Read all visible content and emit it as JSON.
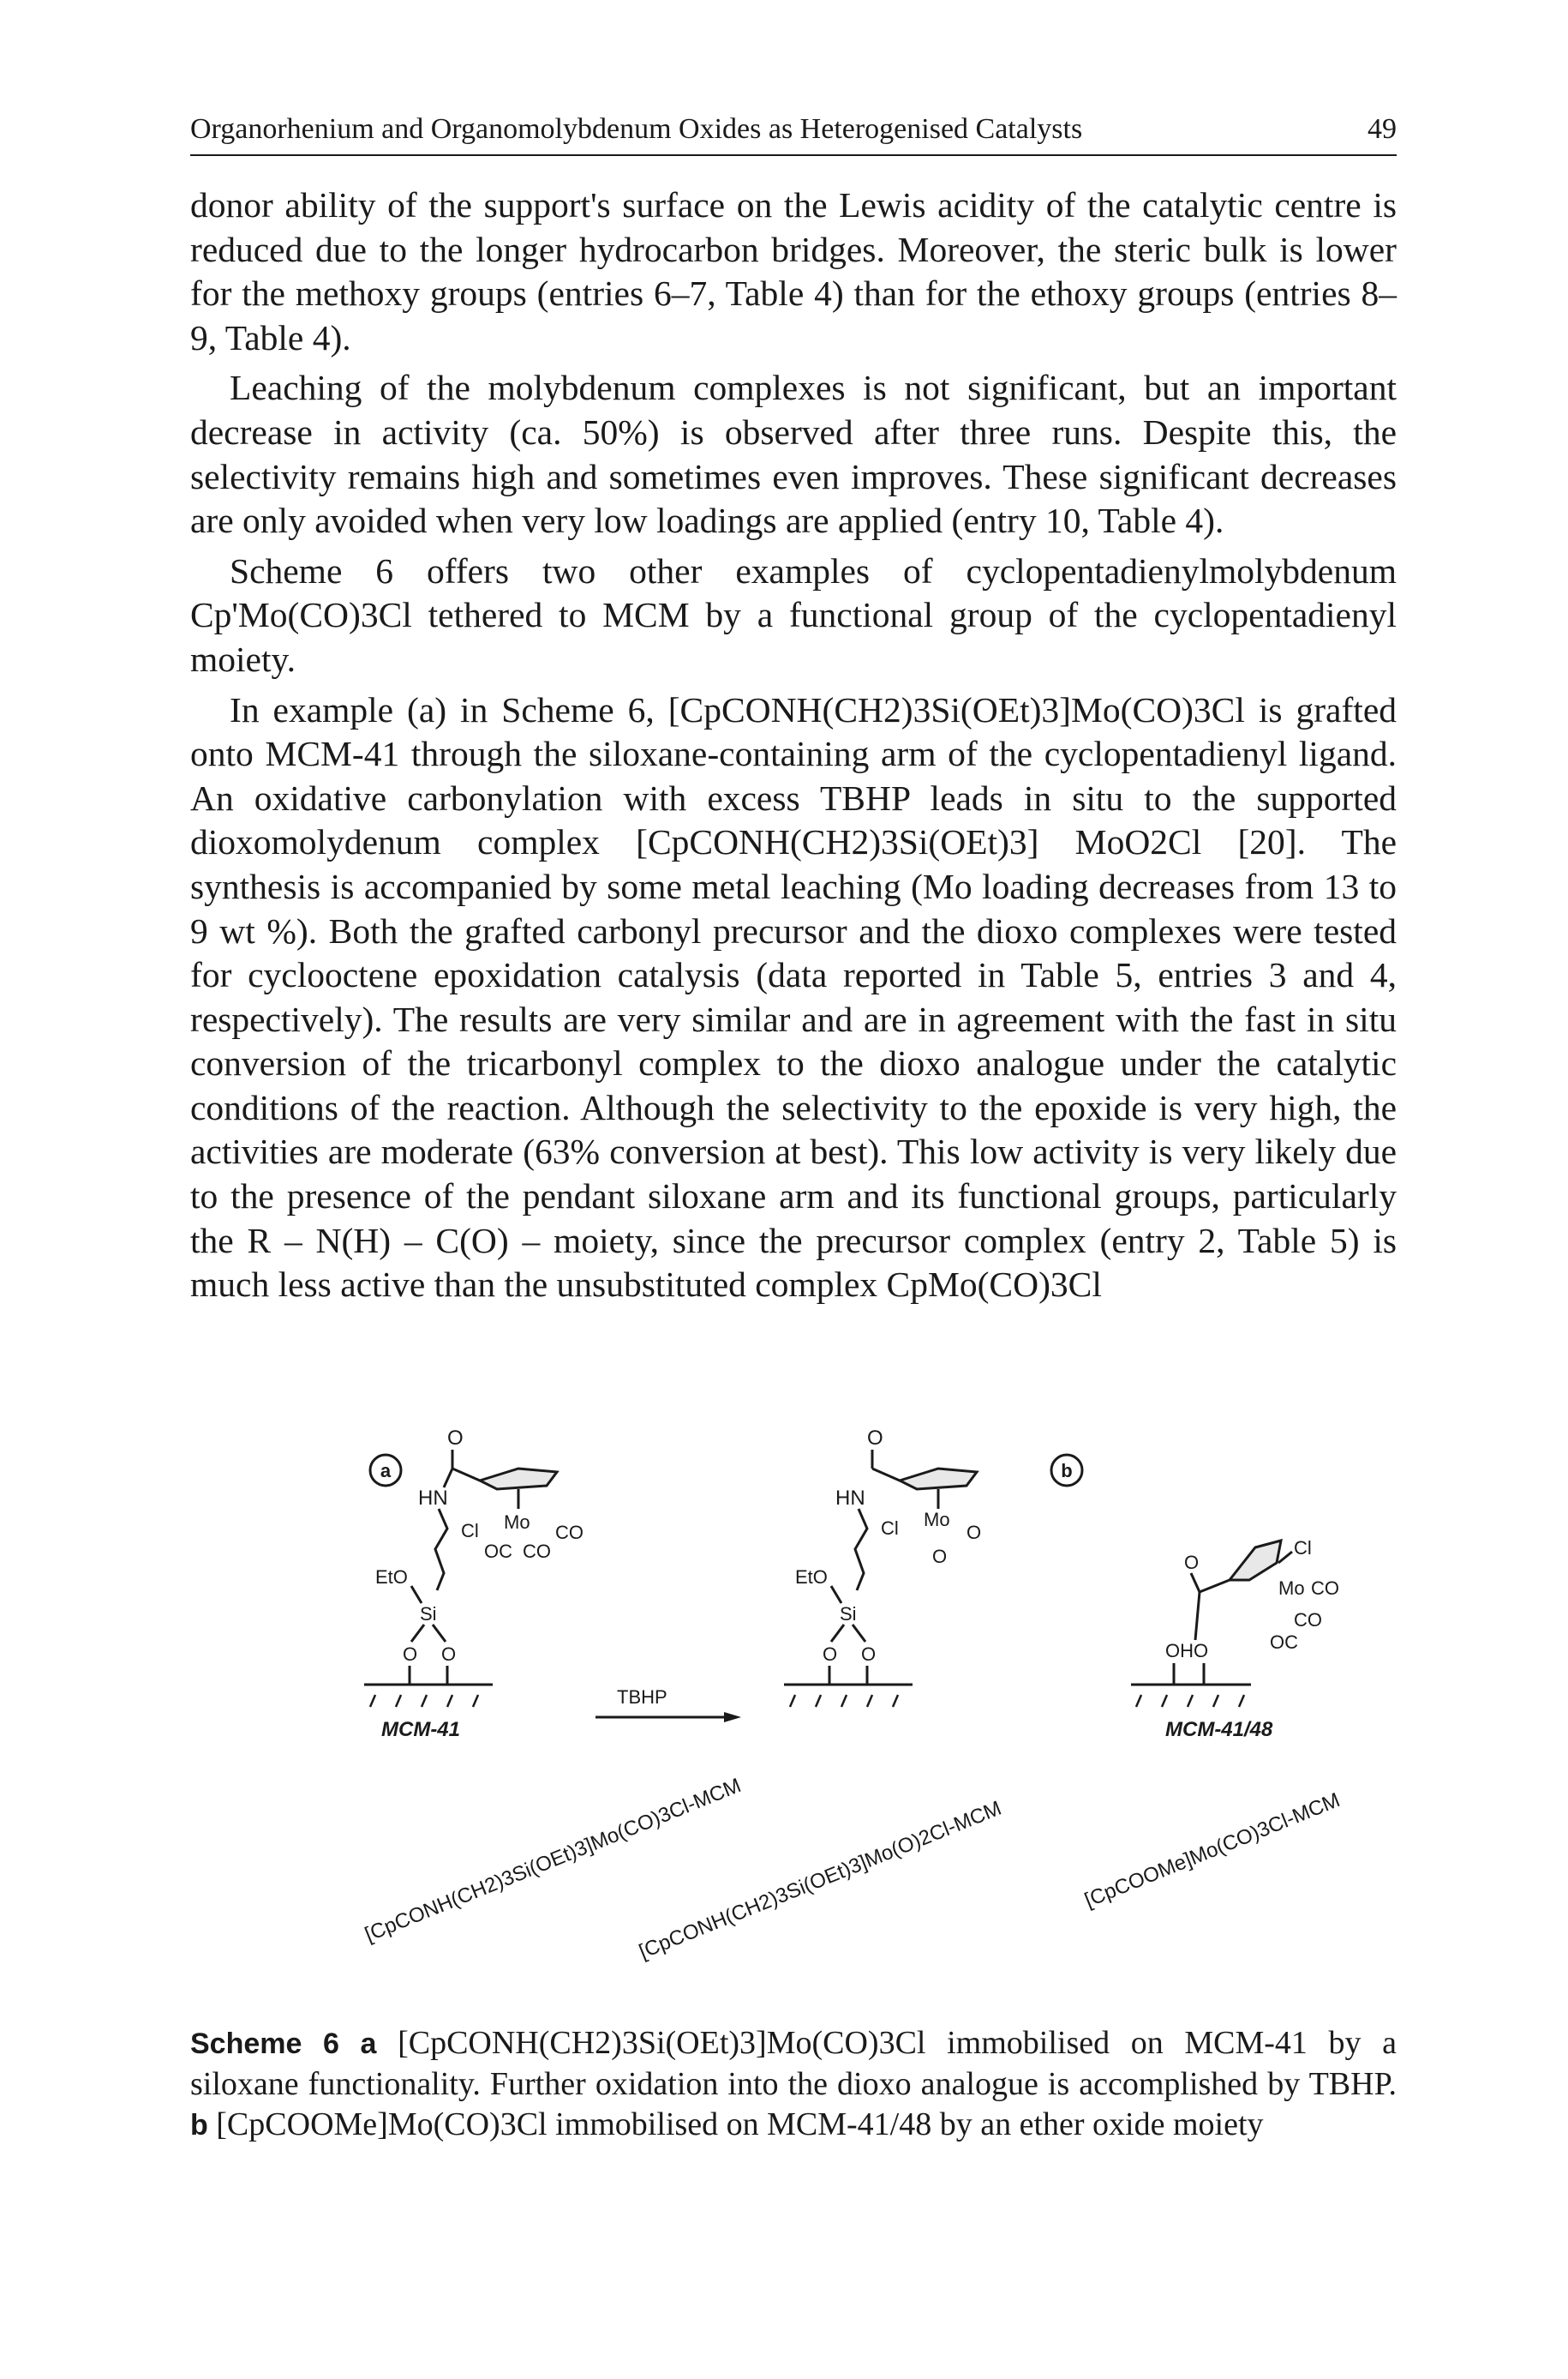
{
  "header": {
    "running_title": "Organorhenium and Organomolybdenum Oxides as Heterogenised Catalysts",
    "page_number": "49"
  },
  "paragraphs": [
    "donor ability of the support's surface on the Lewis acidity of the catalytic centre is reduced due to the longer hydrocarbon bridges. Moreover, the steric bulk is lower for the methoxy groups (entries 6–7, Table 4) than for the ethoxy groups (entries 8–9, Table 4).",
    "Leaching of the molybdenum complexes is not significant, but an important decrease in activity (ca. 50%) is observed after three runs. Despite this, the selectivity remains high and sometimes even improves. These significant decreases are only avoided when very low loadings are applied (entry 10, Table 4).",
    "Scheme 6 offers two other examples of cyclopentadienylmolybdenum Cp'Mo(CO)3Cl tethered to MCM by a functional group of the cyclopentadienyl moiety.",
    "In example (a) in Scheme 6, [CpCONH(CH2)3Si(OEt)3]Mo(CO)3Cl is grafted onto MCM-41 through the siloxane-containing arm of the cyclopentadienyl ligand. An oxidative carbonylation with excess TBHP leads in situ to the supported dioxomolydenum complex [CpCONH(CH2)3Si(OEt)3] MoO2Cl [20]. The synthesis is accompanied by some metal leaching (Mo loading decreases from 13 to 9 wt %). Both the grafted carbonyl precursor and the dioxo complexes were tested for cyclooctene epoxidation catalysis (data reported in Table 5, entries 3 and 4, respectively). The results are very similar and are in agreement with the fast in situ conversion of the tricarbonyl complex to the dioxo analogue under the catalytic conditions of the reaction. Although the selectivity to the epoxide is very high, the activities are moderate (63% conversion at best). This low activity is very likely due to the presence of the pendant siloxane arm and its functional groups, particularly the R – N(H) – C(O) – moiety, since the precursor complex (entry 2, Table 5) is much less active than the unsubstituted complex CpMo(CO)3Cl"
  ],
  "scheme": {
    "label_a": "a",
    "label_b": "b",
    "atom_O": "O",
    "atom_HN": "HN",
    "atom_Cl": "Cl",
    "atom_Mo": "Mo",
    "atom_CO": "CO",
    "atom_OC": "OC",
    "atom_EtO": "EtO",
    "atom_Si": "Si",
    "atom_OHO": "OHO",
    "reagent": "TBHP",
    "support_a": "MCM-41",
    "support_b": "MCM-41/48",
    "name_a1": "[CpCONH(CH2)3Si(OEt)3]Mo(CO)3Cl-MCM",
    "name_a2": "[CpCONH(CH2)3Si(OEt)3]Mo(O)2Cl-MCM",
    "name_b": "[CpCOOMe]Mo(CO)3Cl-MCM"
  },
  "caption": {
    "label": "Scheme 6",
    "part_a_key": "a",
    "part_a_text": "[CpCONH(CH2)3Si(OEt)3]Mo(CO)3Cl immobilised on MCM-41 by a siloxane functionality. Further oxidation into the dioxo analogue is accomplished by TBHP.",
    "part_b_key": "b",
    "part_b_text": "[CpCOOMe]Mo(CO)3Cl immobilised on MCM-41/48 by an ether oxide moiety"
  }
}
